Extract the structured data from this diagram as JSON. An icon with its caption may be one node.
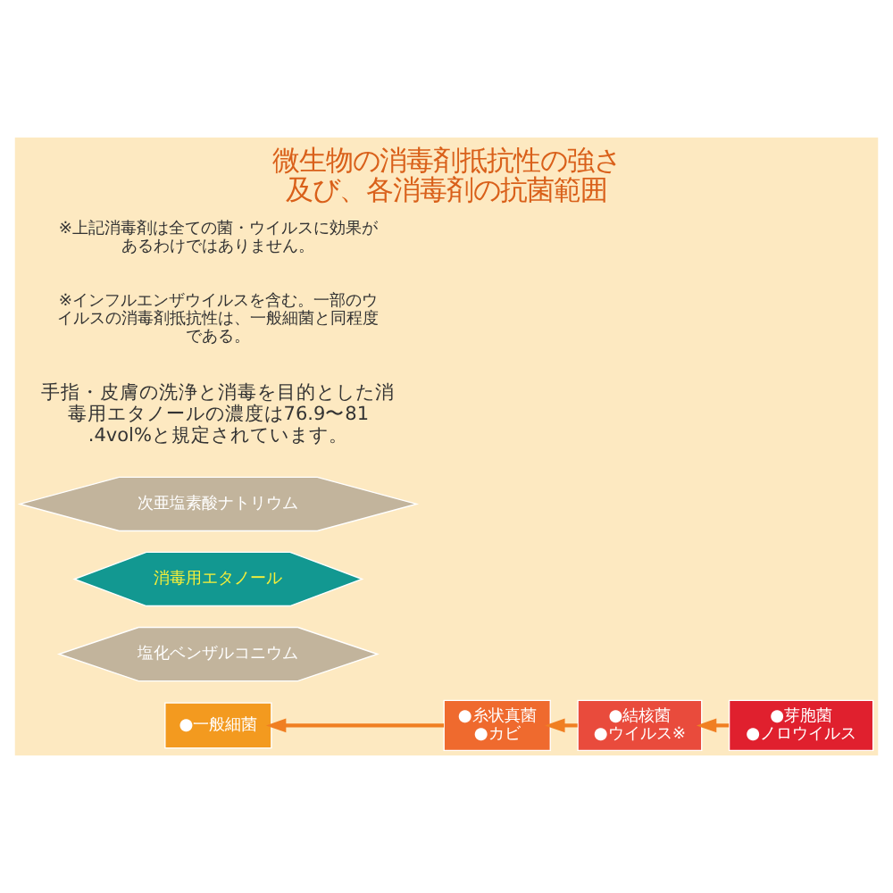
{
  "diagram": {
    "title": "微生物の消毒剤抵抗性の強さ及び、各消毒剤の抗菌範囲",
    "nodes": [
      {
        "text": [
          "●一般細菌"
        ]
      },
      {
        "text": [
          "●糸状真菌",
          "●カビ"
        ]
      },
      {
        "text": [
          "●結核菌",
          "●ウイルス※"
        ]
      },
      {
        "text": [
          "●芽胞菌",
          "●ノロウイルス"
        ]
      },
      {
        "text": [
          "塩化ベンザルコニウム"
        ]
      },
      {
        "text": [
          "消毒用エタノール"
        ]
      },
      {
        "text": [
          "次亜塩素酸ナトリウム"
        ]
      }
    ],
    "edges": [
      {
        "from": 1,
        "to": 0,
        "arrow": "to"
      },
      {
        "from": 2,
        "to": 1,
        "arrow": "to"
      },
      {
        "from": 3,
        "to": 2,
        "arrow": "to"
      }
    ],
    "labels": [
      "手指・皮膚の洗浄と消毒を目的とした消毒用エタノールの濃度は76.9〜81.4vol%と規定されています。",
      "※インフルエンザウイルスを含む。一部のウイルスの消毒剤抵抗性は、一般細菌と同程度である。",
      "※上記消毒剤は全ての菌・ウイルスに効果があるわけではありません。"
    ]
  }
}
